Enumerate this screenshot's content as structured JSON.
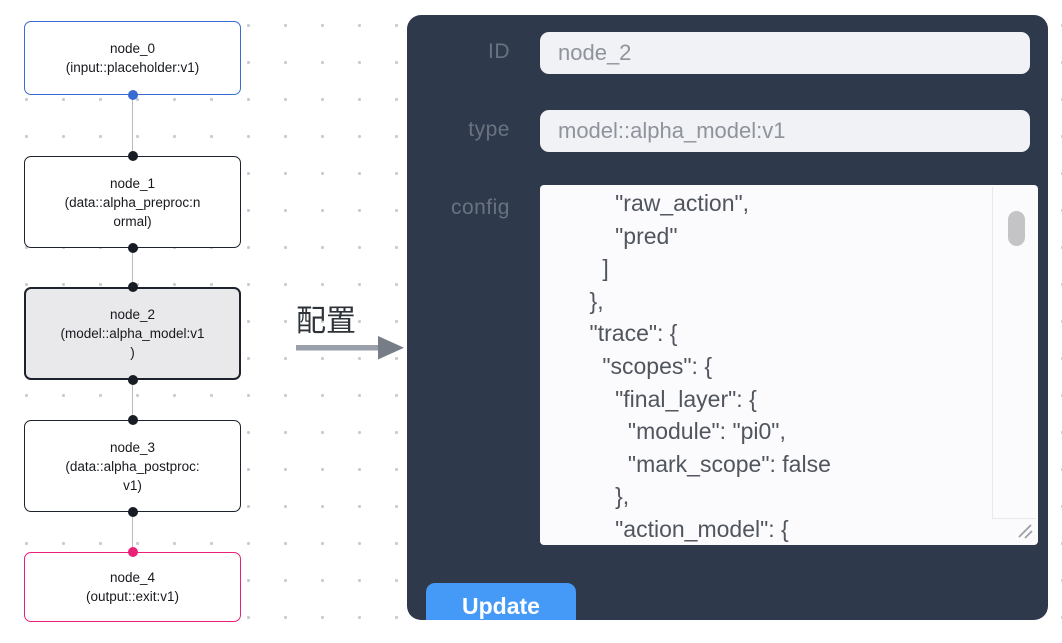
{
  "canvas": {
    "nodes": [
      {
        "id": "node_0",
        "kind": "input",
        "lines": [
          "node_0",
          "(input::placeholder:v1)"
        ]
      },
      {
        "id": "node_1",
        "kind": "data",
        "lines": [
          "node_1",
          "(data::alpha_preproc:n",
          "ormal)"
        ]
      },
      {
        "id": "node_2",
        "kind": "model",
        "lines": [
          "node_2",
          "(model::alpha_model:v1",
          ")"
        ]
      },
      {
        "id": "node_3",
        "kind": "data",
        "lines": [
          "node_3",
          "(data::alpha_postproc:",
          "v1)"
        ]
      },
      {
        "id": "node_4",
        "kind": "output",
        "lines": [
          "node_4",
          "(output::exit:v1)"
        ]
      }
    ],
    "selected_node": "node_2"
  },
  "transfer": {
    "label": "配置"
  },
  "panel": {
    "id_field": {
      "label": "ID",
      "value": "node_2"
    },
    "type_field": {
      "label": "type",
      "value": "model::alpha_model:v1"
    },
    "config_field": {
      "label": "config",
      "value": "        \"raw_action\",\n        \"pred\"\n      ]\n    },\n    \"trace\": {\n      \"scopes\": {\n        \"final_layer\": {\n          \"module\": \"pi0\",\n          \"mark_scope\": false\n        },\n        \"action_model\": {"
    },
    "update_button": "Update"
  },
  "colors": {
    "panel_bg": "#2e3a4c",
    "button_blue": "#4599f7",
    "input_node_accent": "#3a6bd3",
    "output_node_accent": "#ea2178",
    "selected_node_bg": "#e9e9eb",
    "edge_gray": "#b7bbc2"
  }
}
